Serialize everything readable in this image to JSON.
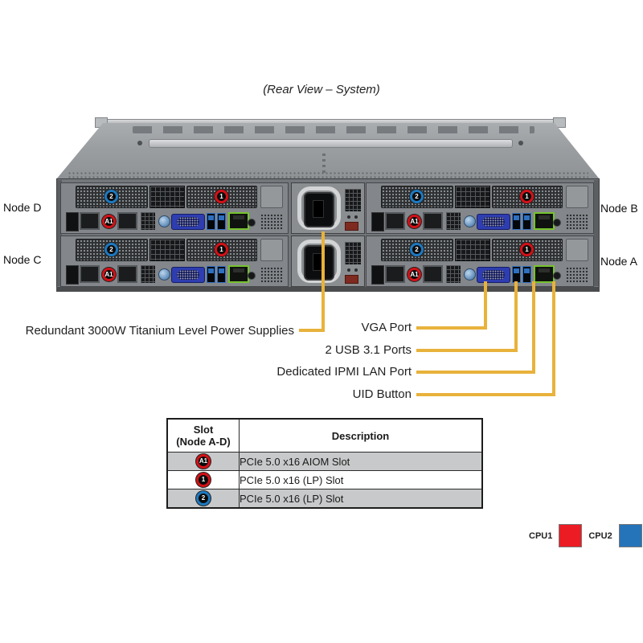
{
  "title": "(Rear View – System)",
  "nodes": {
    "top_left": "Node D",
    "bottom_left": "Node C",
    "top_right": "Node B",
    "bottom_right": "Node A"
  },
  "badges": {
    "aiom": "A1",
    "slot1": "1",
    "slot2": "2"
  },
  "callouts": {
    "psu": {
      "label": "Redundant 3000W Titanium Level Power Supplies"
    },
    "vga": {
      "label": "VGA Port"
    },
    "usb": {
      "label": "2 USB 3.1 Ports"
    },
    "ipmi": {
      "label": "Dedicated IPMI LAN Port"
    },
    "uid": {
      "label": "UID Button"
    }
  },
  "table": {
    "header": {
      "slot_line1": "Slot",
      "slot_line2": "(Node A-D)",
      "description": "Description"
    },
    "rows": [
      {
        "badge": "A1",
        "badge_color": "#D21117",
        "description": "PCIe 5.0 x16 AIOM Slot"
      },
      {
        "badge": "1",
        "badge_color": "#D21117",
        "description": "PCIe 5.0 x16 (LP) Slot"
      },
      {
        "badge": "2",
        "badge_color": "#1D79C0",
        "description": "PCIe 5.0 x16 (LP) Slot"
      }
    ]
  },
  "legend": [
    {
      "label": "CPU1",
      "color": "#EC1C24"
    },
    {
      "label": "CPU2",
      "color": "#2574B9"
    }
  ],
  "colors": {
    "callout_line": "#E8B23B",
    "badge_red": "#D21117",
    "badge_blue": "#1D79C0",
    "lan_green": "#76C32E",
    "table_row_gray": "#C8C9CA"
  }
}
